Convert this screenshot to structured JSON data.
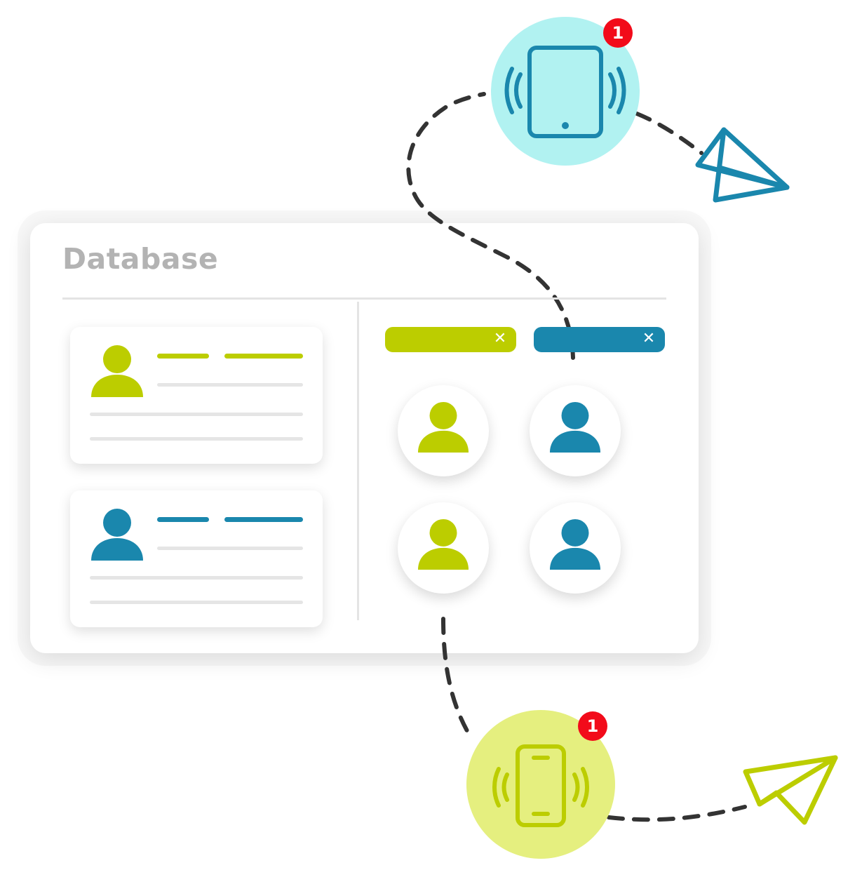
{
  "panel": {
    "title": "Database"
  },
  "colors": {
    "green": "#bccd00",
    "blue": "#1a87ad",
    "grey_line": "#e5e5e5",
    "dash": "#333333",
    "badge": "#f20b1a",
    "tablet_bg": "#b1f2f1",
    "phone_bg": "#e5ef7f"
  },
  "cards": [
    {
      "icon": "person-icon",
      "color": "green"
    },
    {
      "icon": "person-icon",
      "color": "blue"
    }
  ],
  "tags": [
    {
      "color": "green",
      "close_glyph": "✕"
    },
    {
      "color": "blue",
      "close_glyph": "✕"
    }
  ],
  "avatars": [
    {
      "icon": "person-icon",
      "color": "green"
    },
    {
      "icon": "person-icon",
      "color": "blue"
    },
    {
      "icon": "person-icon",
      "color": "green"
    },
    {
      "icon": "person-icon",
      "color": "blue"
    }
  ],
  "devices": [
    {
      "icon": "tablet-vibrate-icon",
      "badge": "1"
    },
    {
      "icon": "phone-vibrate-icon",
      "badge": "1"
    }
  ],
  "send_icons": [
    {
      "icon": "paper-plane-icon",
      "color": "blue"
    },
    {
      "icon": "paper-plane-icon",
      "color": "green"
    }
  ]
}
